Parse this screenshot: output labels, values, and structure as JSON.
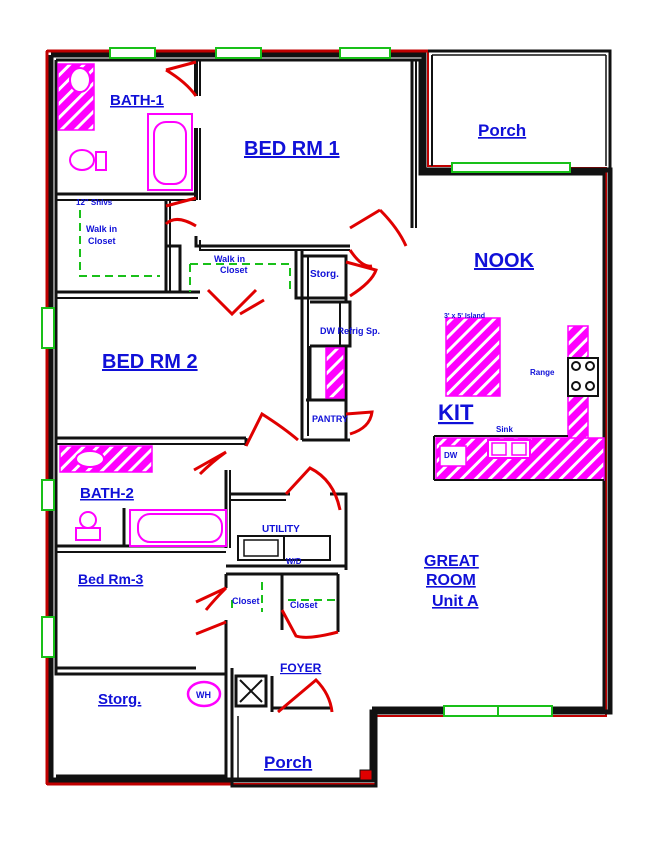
{
  "plan": {
    "rooms": {
      "bath1": "BATH-1",
      "bed1": "BED RM 1",
      "porch_top": "Porch",
      "shelves": "12\" Shlvs",
      "walkin1": "Walk in\nCloset",
      "walkin2": "Walk in\nCloset",
      "storage_small": "Storg.",
      "nook": "NOOK",
      "bed2": "BED RM 2",
      "dw_refrig": "DW Refrig Sp.",
      "island": "3' x 5' Island",
      "range": "Range",
      "pantry": "PANTRY",
      "kit": "KIT",
      "sink": "Sink",
      "dw": "DW",
      "bath2": "BATH-2",
      "utility": "UTILITY",
      "wd": "W/D",
      "bed3": "Bed Rm-3",
      "closet_a": "Closet",
      "closet_b": "Closet",
      "great_room": "GREAT\nROOM\nUnit A",
      "foyer": "FOYER",
      "storage": "Storg.",
      "wh": "WH",
      "porch_bottom": "Porch"
    },
    "colors": {
      "wall": "#111111",
      "exterior_accent": "#c00000",
      "door": "#e00000",
      "window": "#19c019",
      "fixture": "#ff00ff",
      "label": "#1010d8"
    }
  }
}
